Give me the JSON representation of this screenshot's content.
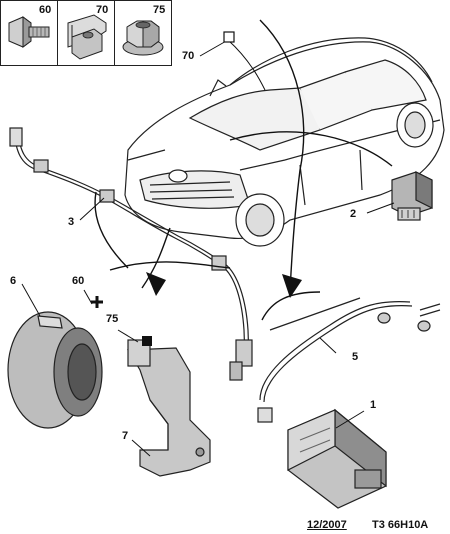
{
  "legend": [
    {
      "number": "60",
      "icon": "bolt-icon"
    },
    {
      "number": "70",
      "icon": "clip-nut-icon"
    },
    {
      "number": "75",
      "icon": "flange-nut-icon"
    }
  ],
  "callouts": {
    "c70": "70",
    "c1": "1",
    "c2": "2",
    "c3": "3",
    "c5": "5",
    "c6": "6",
    "c7": "7",
    "c60": "60",
    "c75": "75"
  },
  "footer": {
    "date": "12/2007",
    "ref": "T3 66H10A"
  }
}
